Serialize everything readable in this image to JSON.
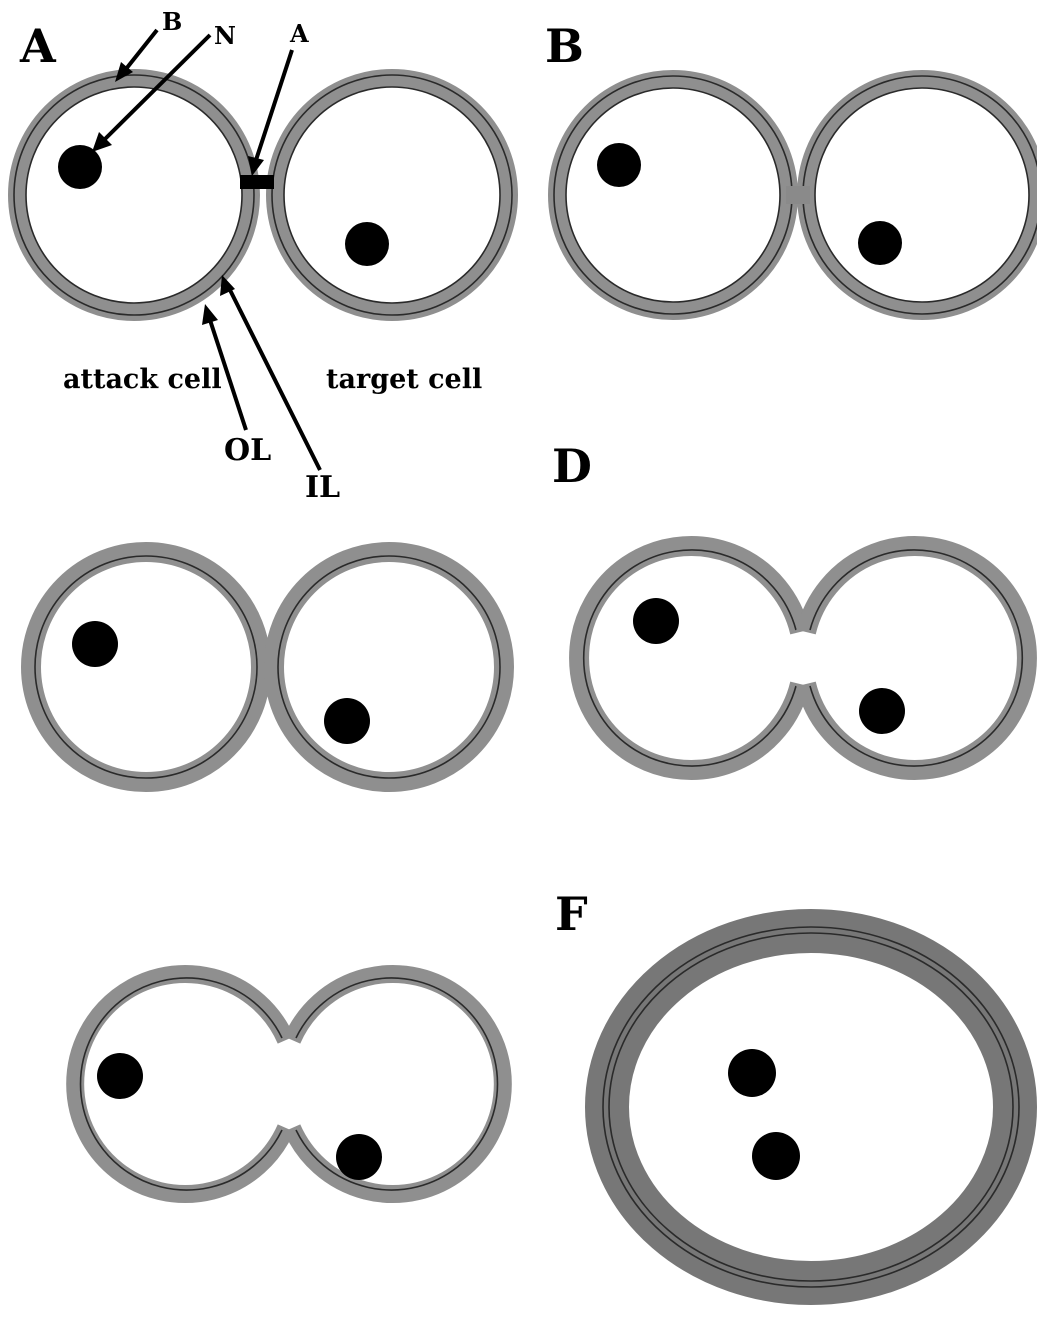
{
  "panels": {
    "A": "A",
    "B": "B",
    "D": "D",
    "F": "F"
  },
  "labels": {
    "bulge": "B",
    "nucleus": "N",
    "adhesion": "A",
    "outer_layer": "OL",
    "inner_layer": "IL",
    "attack_cell": "attack cell",
    "target_cell": "target cell"
  },
  "colors": {
    "cell_wall": "#8f8f8f",
    "layer_line": "#2a2a2a",
    "nucleus": "#000000",
    "background": "#ffffff"
  }
}
